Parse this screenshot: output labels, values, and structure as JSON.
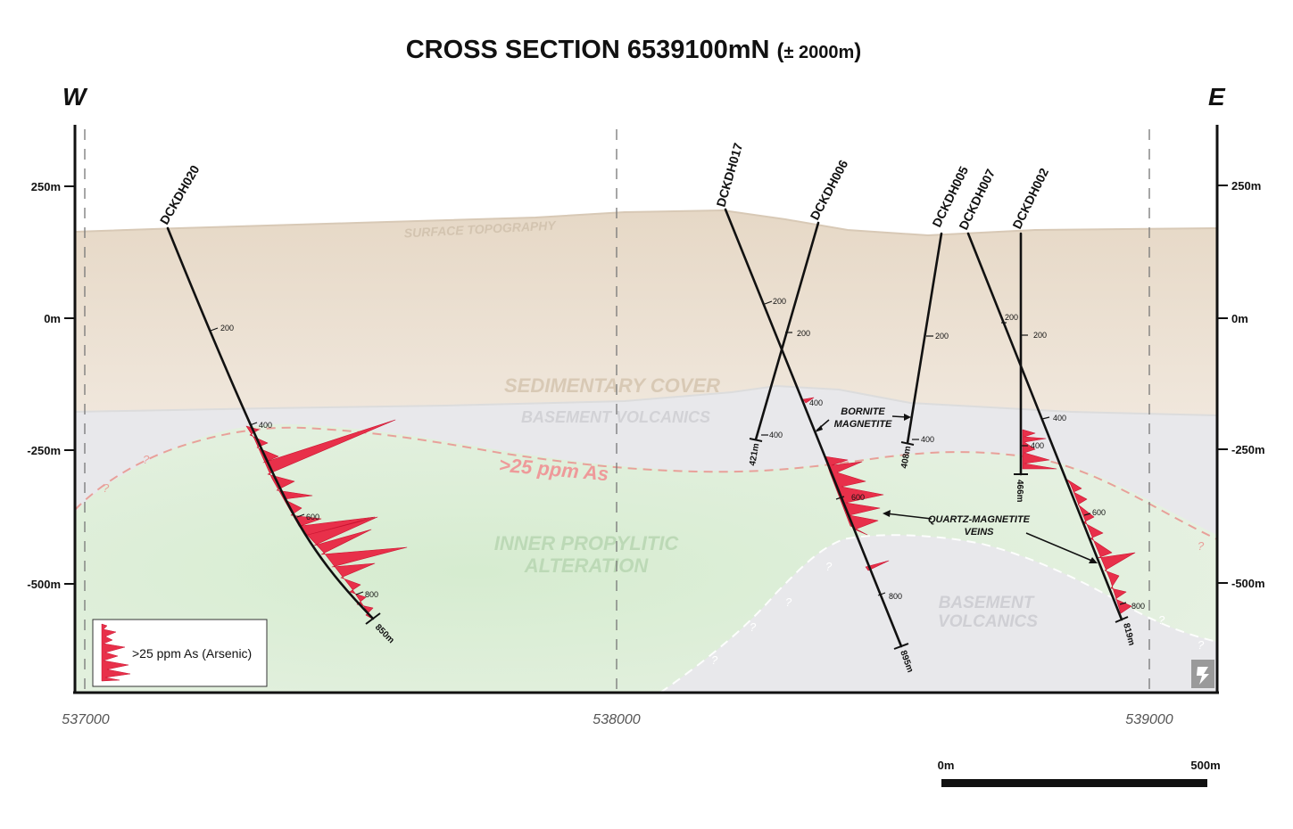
{
  "title": {
    "main": "CROSS SECTION 6539100mN",
    "paren_open": "(",
    "pm": "± 2000m",
    "paren_close": ")"
  },
  "directions": {
    "west": "W",
    "east": "E"
  },
  "elevation_labels": [
    "250m",
    "0m",
    "-250m",
    "-500m"
  ],
  "easting_labels": [
    "537000",
    "538000",
    "539000"
  ],
  "units": {
    "surface_topography": "SURFACE TOPOGRAPHY",
    "sedimentary_cover": "SEDIMENTARY COVER",
    "basement_volcanics_upper": "BASEMENT VOLCANICS",
    "inner_propylitic_line1": "INNER PROPYLITIC",
    "inner_propylitic_line2": "ALTERATION",
    "basement_volcanics_lower_line1": "BASEMENT",
    "basement_volcanics_lower_line2": "VOLCANICS",
    "arsenic_contour": ">25 ppm As"
  },
  "annotations": {
    "bornite_line1": "BORNITE",
    "bornite_line2": "MAGNETITE",
    "qm_line1": "QUARTZ-MAGNETITE",
    "qm_line2": "VEINS"
  },
  "drillholes": [
    {
      "name": "DCKDH020",
      "depth_label": "850m",
      "tick_labels": [
        "200",
        "400",
        "600",
        "800"
      ]
    },
    {
      "name": "DCKDH017",
      "depth_label": "895m",
      "tick_labels": [
        "200",
        "400",
        "600",
        "800"
      ]
    },
    {
      "name": "DCKDH006",
      "depth_label": "421m",
      "tick_labels": [
        "200",
        "400"
      ]
    },
    {
      "name": "DCKDH005",
      "depth_label": "408m",
      "tick_labels": [
        "200",
        "400"
      ]
    },
    {
      "name": "DCKDH007",
      "depth_label": "819m",
      "tick_labels": [
        "200",
        "400",
        "600",
        "800"
      ]
    },
    {
      "name": "DCKDH002",
      "depth_label": "466m",
      "tick_labels": [
        "200",
        "400"
      ]
    }
  ],
  "legend": {
    "label": ">25 ppm As (Arsenic)"
  },
  "scale_bar": {
    "start": "0m",
    "end": "500m"
  },
  "colors": {
    "sedimentary_cover": "#ece2d6",
    "basement_volcanics": "#e9e9ec",
    "propylitic": "#d9edd4",
    "arsenic": "#e8304a",
    "contour": "#e8a09a"
  }
}
